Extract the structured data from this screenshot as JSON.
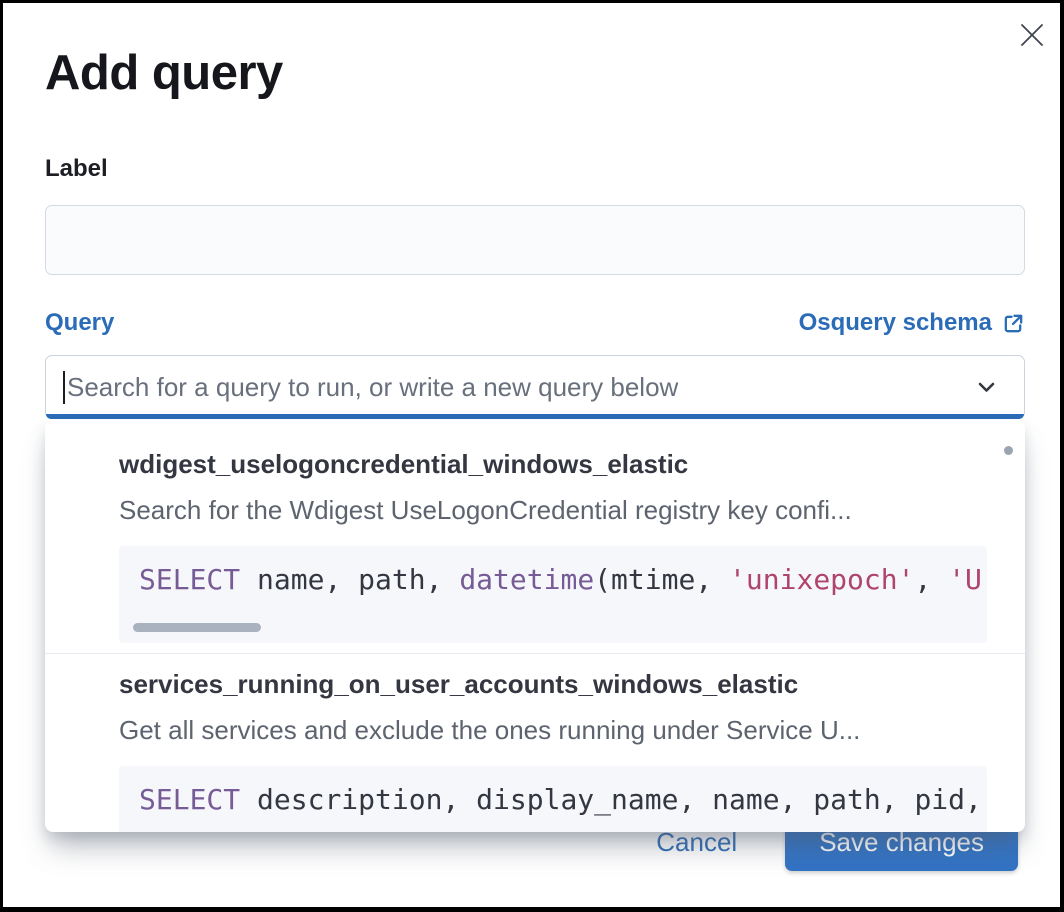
{
  "modal": {
    "title": "Add query"
  },
  "form": {
    "label_field": {
      "label": "Label",
      "value": ""
    },
    "query_field": {
      "label": "Query",
      "schema_link": "Osquery schema",
      "search_placeholder": "Search for a query to run, or write a new query below"
    }
  },
  "dropdown": {
    "options": [
      {
        "title": "wdigest_uselogoncredential_windows_elastic",
        "description": "Search for the Wdigest UseLogonCredential registry key confi...",
        "code_tokens": [
          {
            "type": "keyword",
            "text": "SELECT"
          },
          {
            "type": "plain",
            "text": " name, path, "
          },
          {
            "type": "keyword",
            "text": "datetime"
          },
          {
            "type": "plain",
            "text": "(mtime, "
          },
          {
            "type": "string",
            "text": "'unixepoch'"
          },
          {
            "type": "plain",
            "text": ", "
          },
          {
            "type": "string",
            "text": "'U"
          }
        ]
      },
      {
        "title": "services_running_on_user_accounts_windows_elastic",
        "description": "Get all services and exclude the ones running under Service U...",
        "code_tokens": [
          {
            "type": "keyword",
            "text": "SELECT"
          },
          {
            "type": "plain",
            "text": " description, display_name, name, path, pid,"
          }
        ]
      }
    ]
  },
  "footer": {
    "cancel_label": "Cancel",
    "save_label": "Save changes"
  },
  "icons": {
    "close": "x-cross",
    "chevron_down": "chevron-down",
    "external_link": "box-arrow-up-right"
  },
  "colors": {
    "primary_blue": "#2b6cb8",
    "save_button_blue": "#3273c4",
    "focus_bar_blue": "#2b6cb8",
    "title_text": "#16171c",
    "body_text": "#343741",
    "muted_text": "#5e646f",
    "placeholder_text": "#69707d",
    "input_border": "#cdd3de",
    "code_background": "#f5f7fa",
    "code_keyword": "#765b96",
    "code_string": "#b0456c",
    "scrollbar": "#a9b2be"
  }
}
